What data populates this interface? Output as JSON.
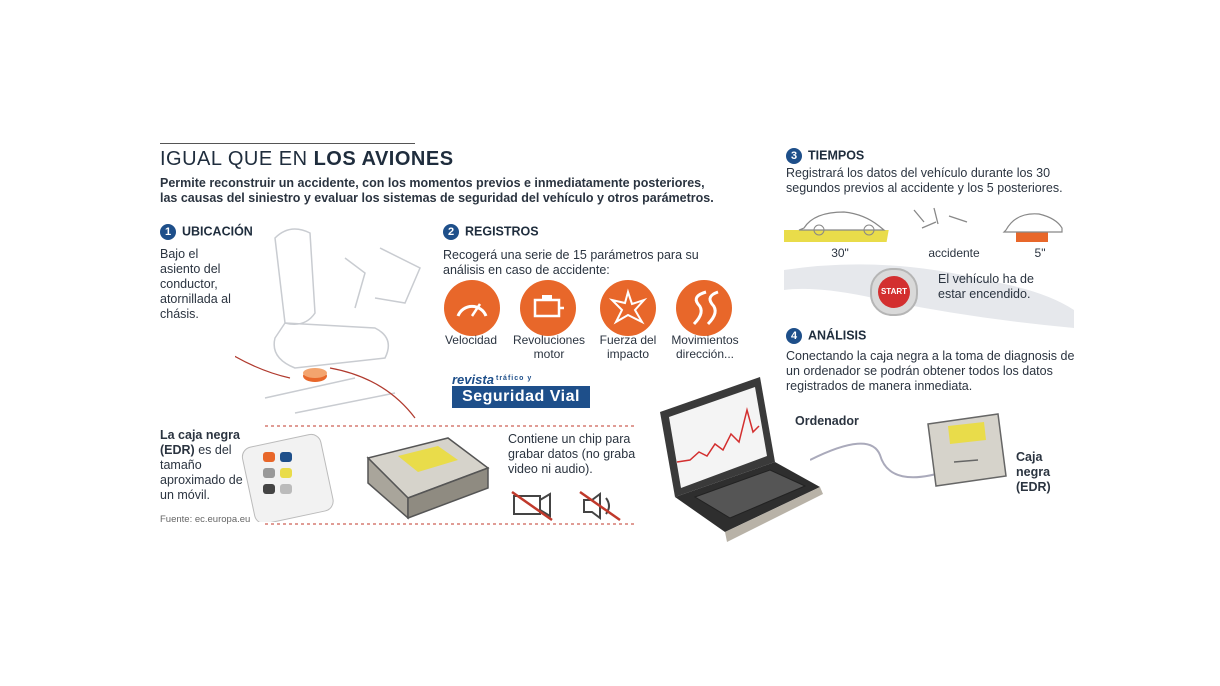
{
  "header": {
    "title_light": "IGUAL QUE EN ",
    "title_bold": "LOS AVIONES",
    "intro": "Permite reconstruir un accidente, con los momentos previos e inmediatamente posteriores, las causas del siniestro y evaluar los sistemas de seguridad del vehículo y otros parámetros."
  },
  "sections": {
    "ubicacion": {
      "number": "1",
      "title": "UBICACIÓN",
      "body": "Bajo el asiento del conductor, atornillada al chásis."
    },
    "registros": {
      "number": "2",
      "title": "REGISTROS",
      "body": "Recogerá una serie de 15 parámetros para su análisis en caso de accidente:",
      "params": [
        {
          "label": "Velocidad",
          "icon": "speedometer-icon"
        },
        {
          "label": "Revoluciones motor",
          "icon": "engine-icon"
        },
        {
          "label": "Fuerza del impacto",
          "icon": "impact-icon"
        },
        {
          "label": "Movimientos dirección...",
          "icon": "road-icon"
        }
      ]
    },
    "tiempos": {
      "number": "3",
      "title": "TIEMPOS",
      "body": "Registrará los datos del vehículo durante los 30 segundos previos al accidente y los 5 posteriores.",
      "t_before": "30\"",
      "t_accident": "accidente",
      "t_after": "5\"",
      "start_label": "START",
      "engine_note": "El vehículo ha de estar encendido."
    },
    "analisis": {
      "number": "4",
      "title": "ANÁLISIS",
      "body": "Conectando la caja negra a la toma de diagnosis de un ordenador se podrán obtener todos los datos registrados de manera inmediata.",
      "computer_label": "Ordenador",
      "box_label": "Caja negra (EDR)"
    }
  },
  "caja": {
    "bold": "La caja negra (EDR)",
    "rest": " es del tamaño aproximado de un móvil.",
    "chip_note": "Contiene un chip para grabar datos (no graba video ni audio)."
  },
  "source": "Fuente: ec.europa.eu",
  "logo": {
    "top": "revista",
    "sub": "tráfico y",
    "main": "Seguridad Vial"
  },
  "colors": {
    "accent": "#e8672a",
    "navy": "#1e4f8a",
    "yellow": "#e9dc4a",
    "red_line": "#c0392b"
  }
}
